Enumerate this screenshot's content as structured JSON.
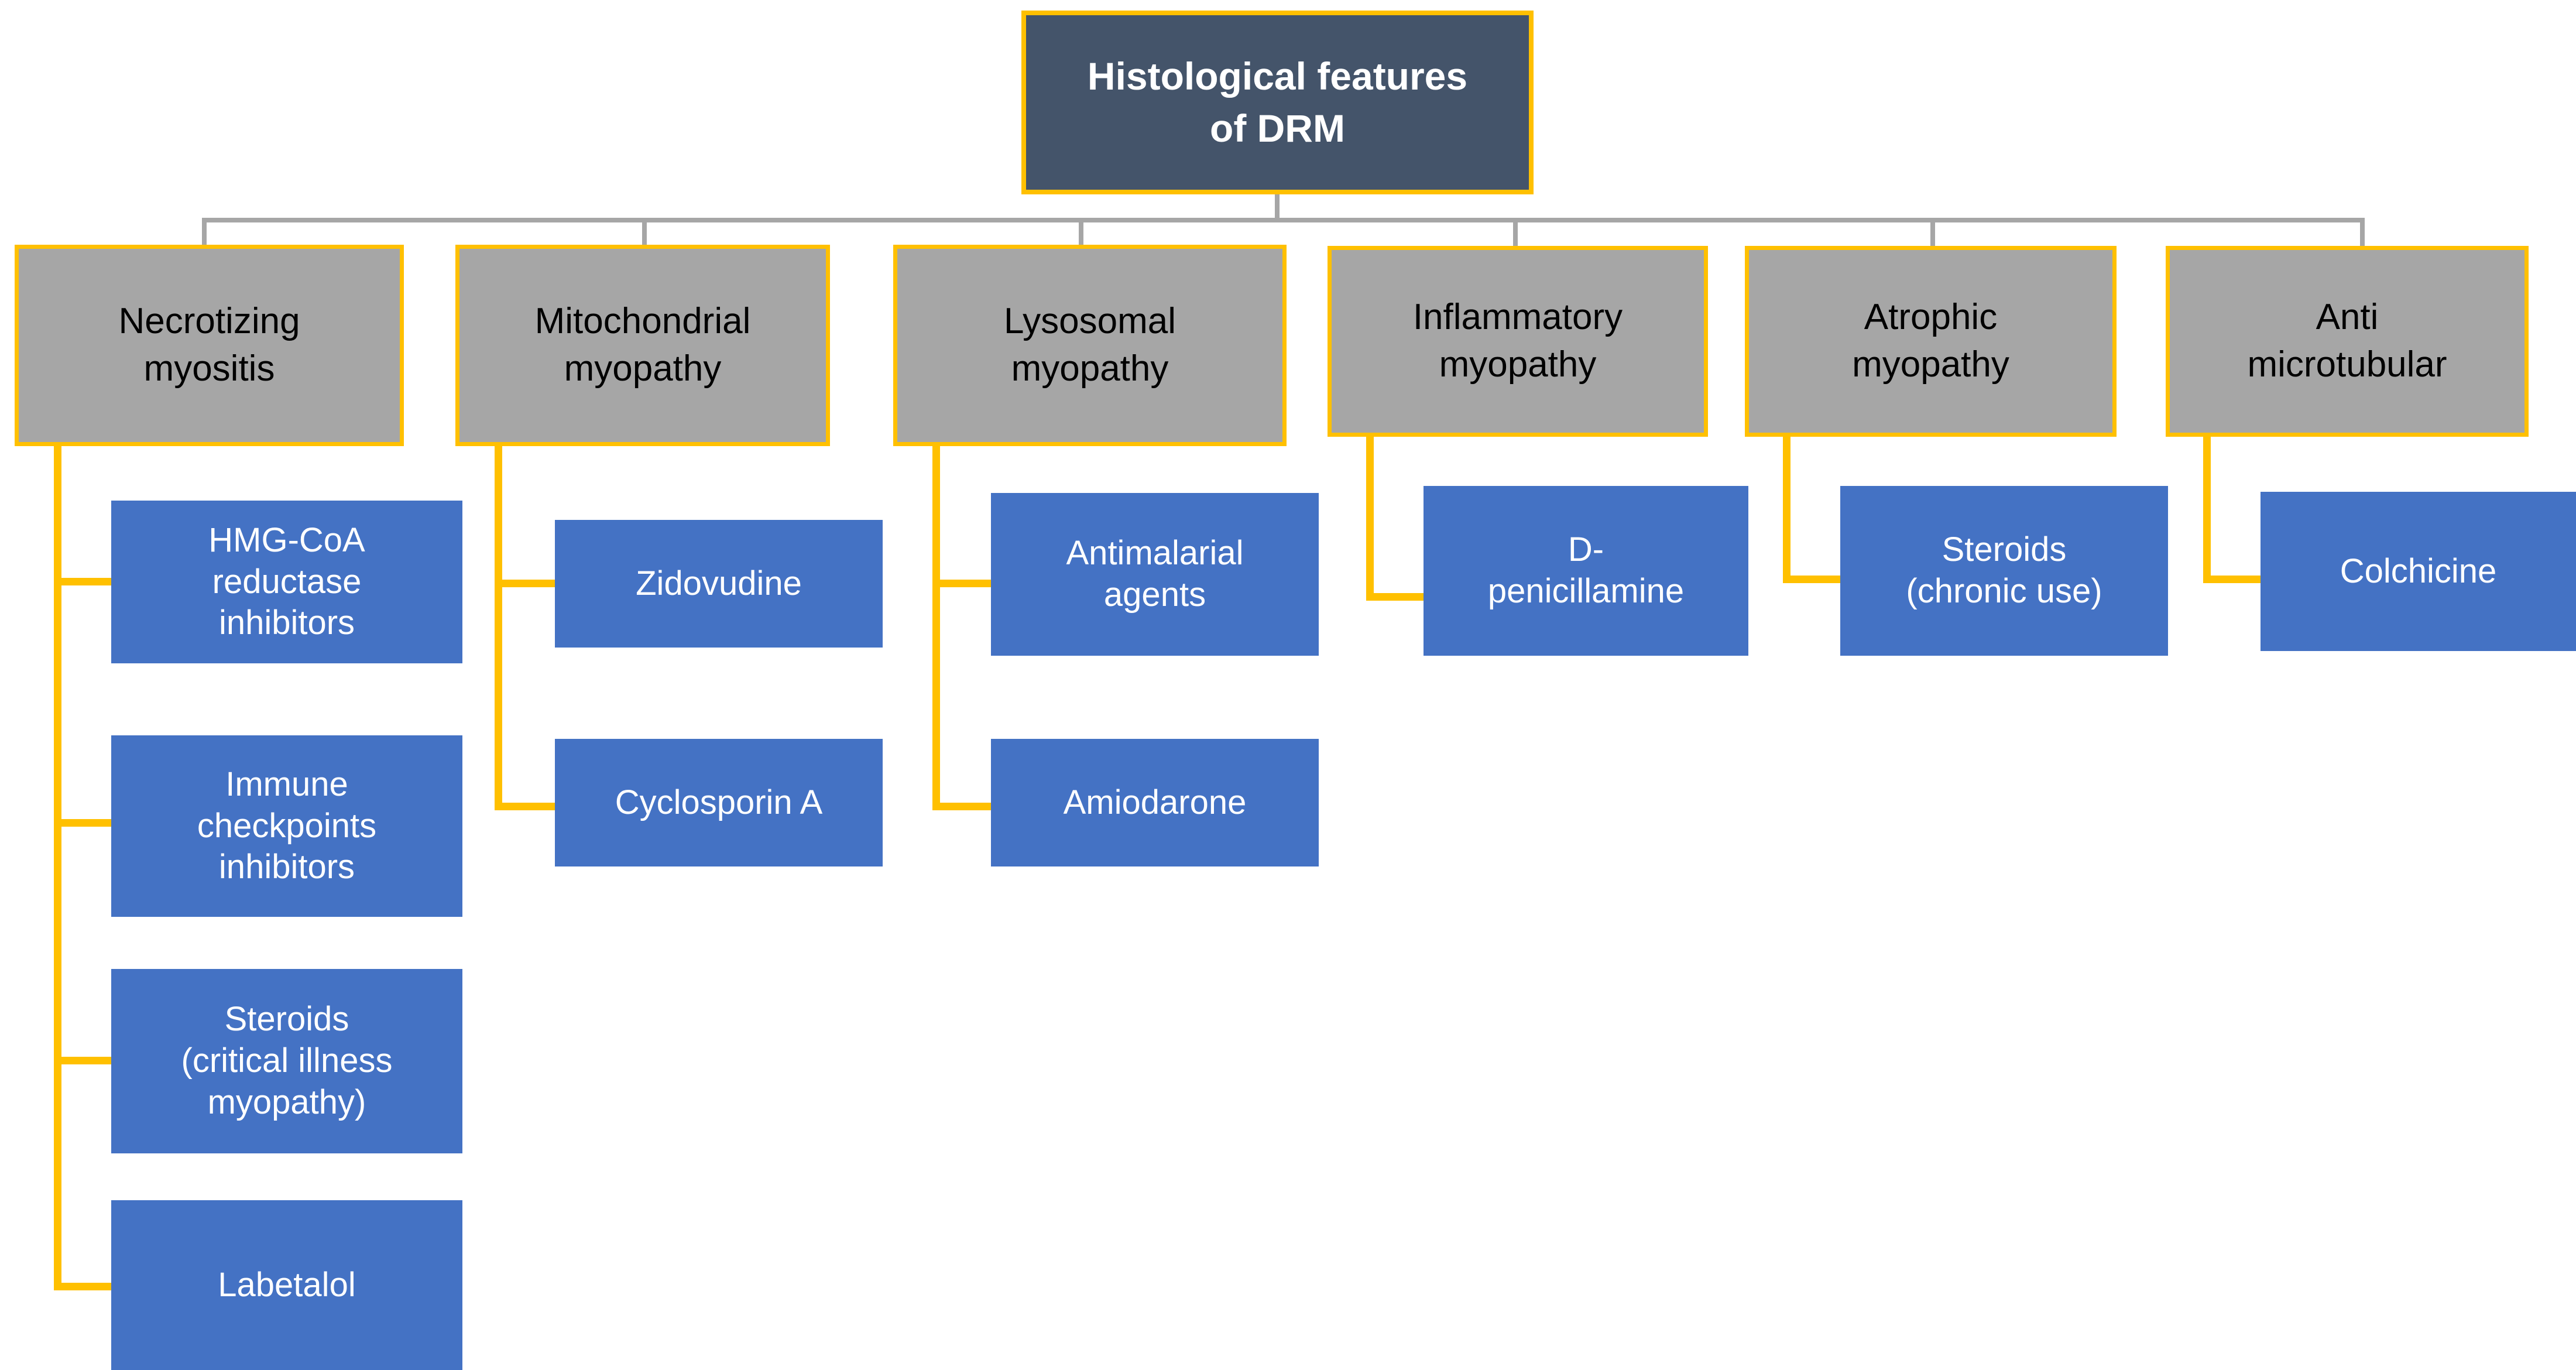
{
  "diagram": {
    "title": "Histological features of DRM",
    "type": "hierarchy-tree",
    "colors": {
      "root_fill": "#44546A",
      "root_border": "#FFC000",
      "category_fill": "#A6A6A6",
      "category_border": "#FFC000",
      "leaf_fill": "#4472C4",
      "leaf_text": "#FFFFFF",
      "top_connector": "#A6A6A6",
      "branch_connector": "#FFC000",
      "background": "#FFFFFF"
    },
    "root": {
      "label": "Histological features\nof DRM"
    },
    "branches": [
      {
        "id": "necrotizing-myositis",
        "label": "Necrotizing\nmyositis",
        "children": [
          {
            "id": "hmg-coa-reductase-inhibitors",
            "label": "HMG-CoA\nreductase\ninhibitors"
          },
          {
            "id": "immune-checkpoints-inhibitors",
            "label": "Immune\ncheckpoints\ninhibitors"
          },
          {
            "id": "steroids-critical-illness-myopathy",
            "label": "Steroids\n(critical illness\nmyopathy)"
          },
          {
            "id": "labetalol",
            "label": "Labetalol"
          }
        ]
      },
      {
        "id": "mitochondrial-myopathy",
        "label": "Mitochondrial\nmyopathy",
        "children": [
          {
            "id": "zidovudine",
            "label": "Zidovudine"
          },
          {
            "id": "cyclosporin-a",
            "label": "Cyclosporin A"
          }
        ]
      },
      {
        "id": "lysosomal-myopathy",
        "label": "Lysosomal\nmyopathy",
        "children": [
          {
            "id": "antimalarial-agents",
            "label": "Antimalarial\nagents"
          },
          {
            "id": "amiodarone",
            "label": "Amiodarone"
          }
        ]
      },
      {
        "id": "inflammatory-myopathy",
        "label": "Inflammatory\nmyopathy",
        "children": [
          {
            "id": "d-penicillamine",
            "label": "D-\npenicillamine"
          }
        ]
      },
      {
        "id": "atrophic-myopathy",
        "label": "Atrophic\nmyopathy",
        "children": [
          {
            "id": "steroids-chronic-use",
            "label": "Steroids\n(chronic use)"
          }
        ]
      },
      {
        "id": "anti-microtubular",
        "label": "Anti\nmicrotubular",
        "children": [
          {
            "id": "colchicine",
            "label": "Colchicine"
          }
        ]
      }
    ]
  }
}
